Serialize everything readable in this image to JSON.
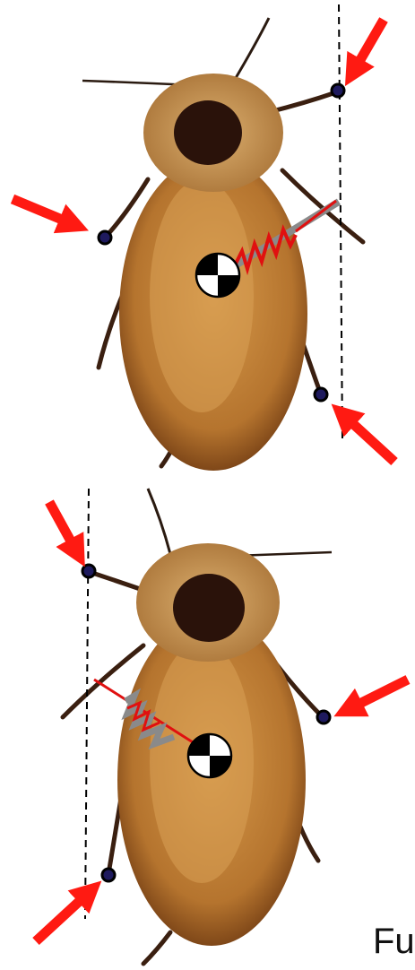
{
  "caption": {
    "text": "Fu"
  },
  "colors": {
    "arrow": "#ff1a12",
    "foot_dot": "#1e1a5e",
    "foot_ring": "#000000",
    "dashed_line": "#000000",
    "spring": "#e01010",
    "spring_rod": "#8a8a8a",
    "body_light": "#c98a3e",
    "body_dark": "#6a3610",
    "head_shield": "#d7a763",
    "head_spot": "#2a120a",
    "com_black": "#000000",
    "com_white": "#ffffff"
  },
  "panels": [
    {
      "name": "top",
      "com_marker": "center-of-mass-icon",
      "feet": [
        "front-right",
        "middle-left",
        "hind-right"
      ],
      "arrows": [
        "front-right",
        "middle-left",
        "hind-right"
      ],
      "spring_side": "right"
    },
    {
      "name": "bottom",
      "com_marker": "center-of-mass-icon",
      "feet": [
        "front-left",
        "middle-right",
        "hind-left"
      ],
      "arrows": [
        "front-left",
        "middle-right",
        "hind-left"
      ],
      "spring_side": "left"
    }
  ]
}
